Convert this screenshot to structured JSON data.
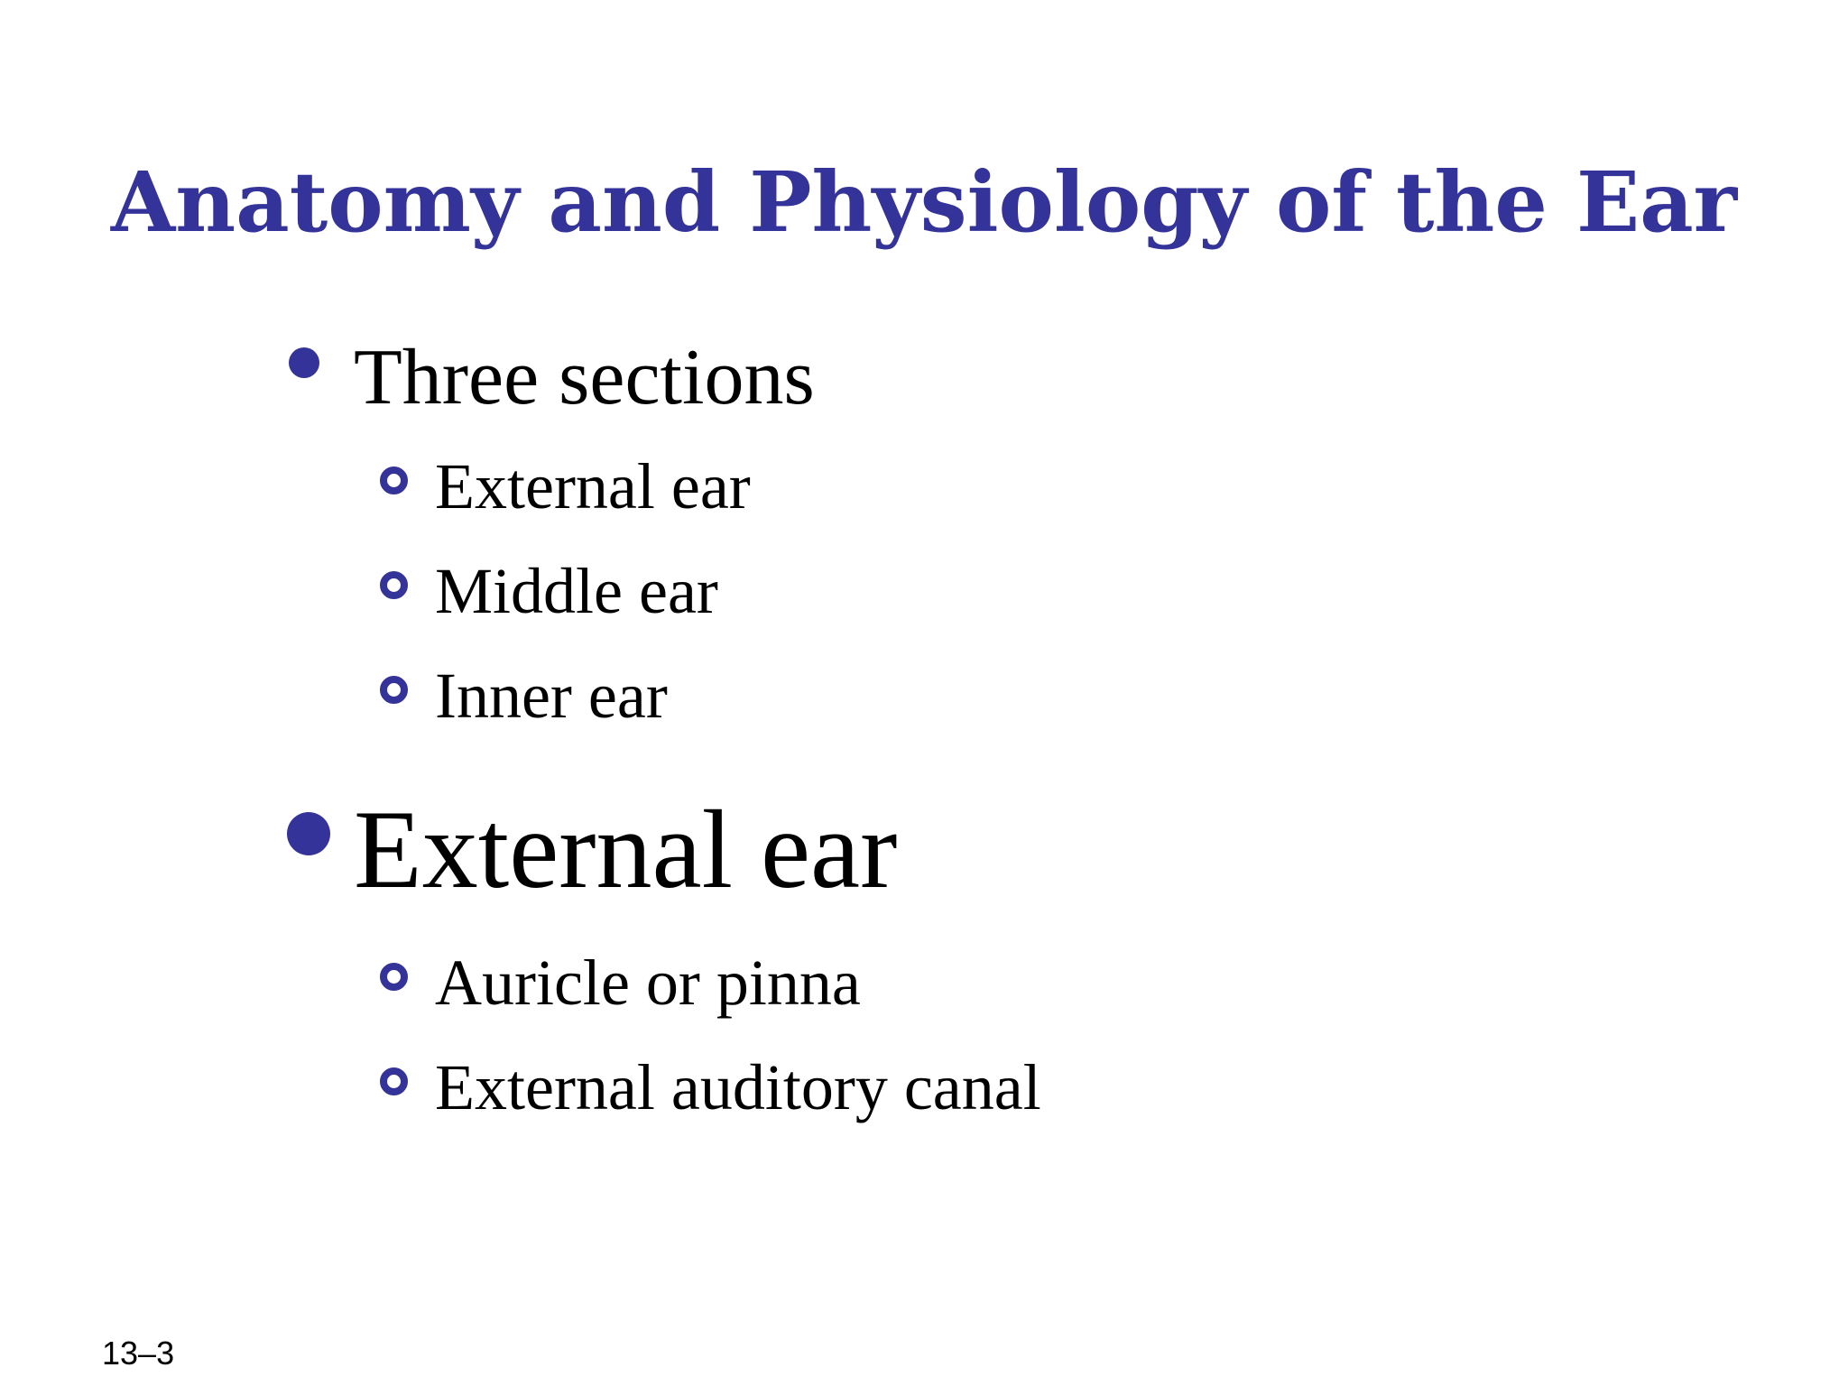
{
  "slide": {
    "title": "Anatomy and Physiology of the Ear",
    "slide_number": "13–3",
    "accent_color": "#333399",
    "text_color": "#000000",
    "background_color": "#ffffff",
    "sections_heading": "Three sections",
    "sections": [
      "External ear",
      "Middle ear",
      "Inner ear"
    ],
    "external_heading": "External ear",
    "external_parts": [
      "Auricle or pinna",
      "External auditory canal"
    ]
  }
}
